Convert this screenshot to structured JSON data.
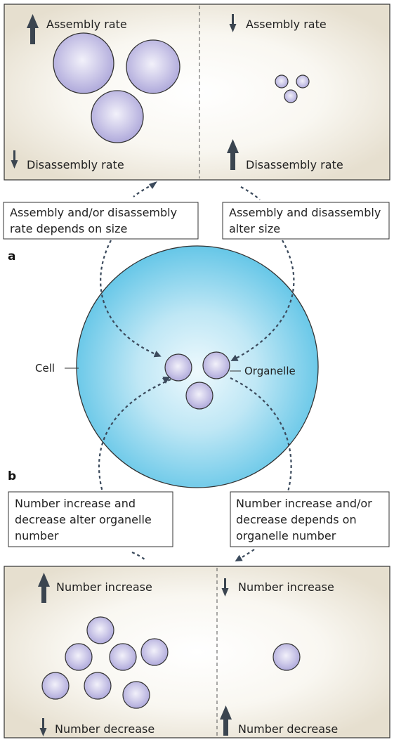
{
  "panel_a": {
    "letter": "a",
    "left": {
      "top_label": "Assembly rate",
      "bottom_label": "Disassembly rate"
    },
    "right": {
      "top_label": "Assembly rate",
      "bottom_label": "Disassembly rate"
    },
    "box_left": [
      "Assembly and/or disassembly",
      "rate depends on size"
    ],
    "box_right": [
      "Assembly and disassembly",
      "alter size"
    ]
  },
  "panel_b": {
    "letter": "b",
    "left": {
      "top_label": "Number increase",
      "bottom_label": "Number decrease"
    },
    "right": {
      "top_label": "Number increase",
      "bottom_label": "Number decrease"
    },
    "box_left": [
      "Number increase and",
      "decrease alter organelle",
      "number"
    ],
    "box_right": [
      "Number increase and/or",
      "decrease depends on",
      "organelle number"
    ]
  },
  "cell": {
    "label": "Cell",
    "organelle_label": "Organelle"
  },
  "colors": {
    "panel_bg": "#e9e2d2",
    "cell_fill": "#6fcbe8",
    "organelle_fill": "#c1bce2",
    "arrow": "#3b4550",
    "dashed": "#3b4a5c"
  }
}
